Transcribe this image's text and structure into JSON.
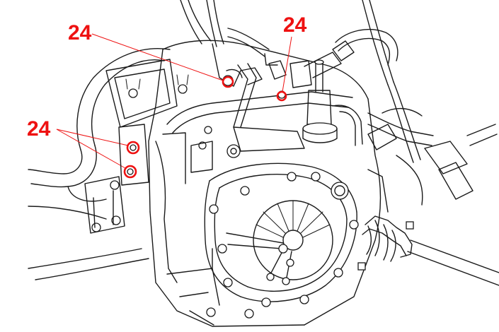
{
  "colors": {
    "callout": "#ee1111",
    "line": "#1a1a1a",
    "background": "#ffffff"
  },
  "callouts": [
    {
      "label": "24"
    },
    {
      "label": "24"
    },
    {
      "label": "24"
    }
  ]
}
